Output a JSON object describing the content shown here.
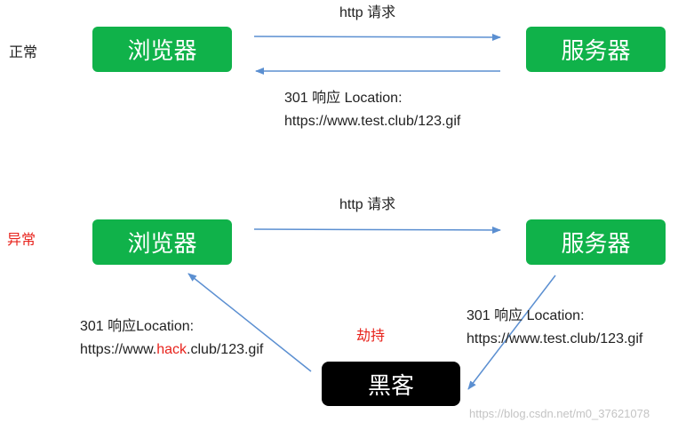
{
  "normal": {
    "side_label": "正常",
    "browser": "浏览器",
    "server": "服务器",
    "request_label": "http 请求",
    "response_line1": "301 响应 Location:",
    "response_line2": "https://www.test.club/123.gif"
  },
  "abnormal": {
    "side_label": "异常",
    "browser": "浏览器",
    "server": "服务器",
    "request_label": "http 请求",
    "server_response_line1": "301 响应 Location:",
    "server_response_line2": "https://www.test.club/123.gif",
    "hijack_label": "劫持",
    "hacker": "黑客",
    "hacker_response_line1": "301 响应Location:",
    "hacker_response_url_prefix": "https://www.",
    "hacker_response_url_highlight": "hack",
    "hacker_response_url_suffix": ".club/123.gif"
  },
  "watermark": "https://blog.csdn.net/m0_37621078",
  "colors": {
    "node_green": "#10b24a",
    "node_black": "#000000",
    "arrow_blue": "#5b8fd1",
    "highlight_red": "#e8231c"
  }
}
